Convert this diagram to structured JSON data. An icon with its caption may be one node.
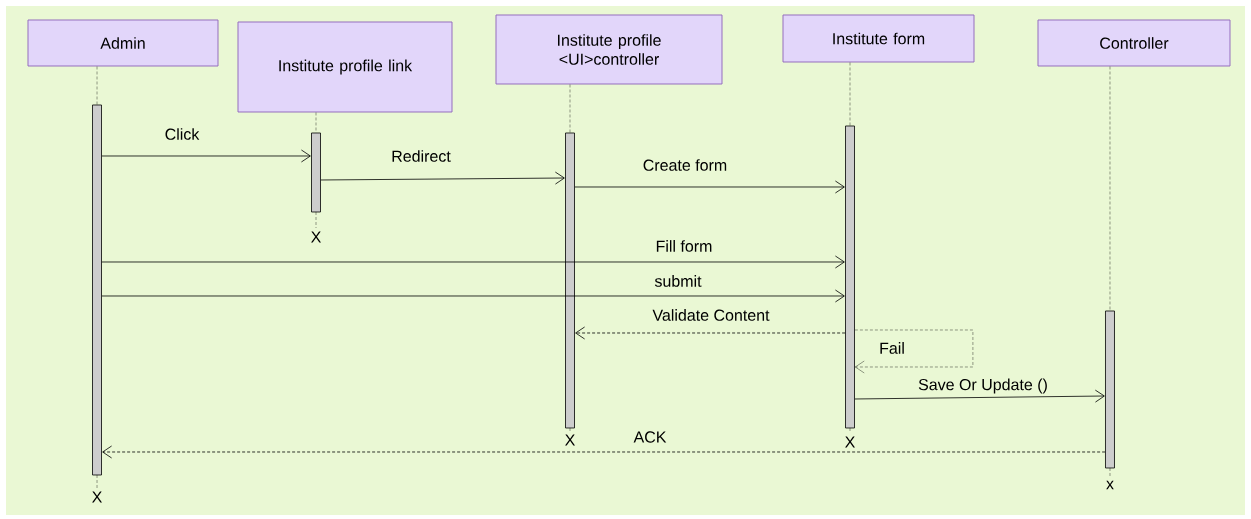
{
  "diagram": {
    "nodes": [
      {
        "text": [
          "Admin"
        ]
      },
      {
        "text": [
          "Institute profile link"
        ]
      },
      {
        "text": [
          "Institute profile <UI>controller"
        ]
      },
      {
        "text": [
          "Institute form"
        ]
      },
      {
        "text": [
          "Controller"
        ]
      },
      {
        "text": [],
        "shape": "bar",
        "beside": [
          "X"
        ]
      },
      {
        "text": [],
        "shape": "bar",
        "beside": [
          "X"
        ]
      },
      {
        "text": [],
        "shape": "bar",
        "beside": [
          "X"
        ]
      },
      {
        "text": [],
        "shape": "bar",
        "beside": [
          "X"
        ]
      },
      {
        "text": [],
        "shape": "bar",
        "beside": [
          "x"
        ]
      }
    ],
    "edges": [
      {
        "from": 0,
        "to": 5,
        "arrow": "none",
        "style": "dashed"
      },
      {
        "from": 1,
        "to": 6,
        "arrow": "none",
        "style": "dashed"
      },
      {
        "from": 2,
        "to": 7,
        "arrow": "none",
        "style": "dashed"
      },
      {
        "from": 3,
        "to": 8,
        "arrow": "none",
        "style": "dashed"
      },
      {
        "from": 4,
        "to": 9,
        "arrow": "none",
        "style": "dashed"
      },
      {
        "from": 5,
        "to": 6,
        "arrow": "to",
        "label": "Click"
      },
      {
        "from": 6,
        "to": 7,
        "arrow": "to",
        "label": "Redirect"
      },
      {
        "from": 7,
        "to": 8,
        "arrow": "to",
        "label": "Create form"
      },
      {
        "from": 5,
        "to": 8,
        "arrow": "to",
        "label": "Fill form"
      },
      {
        "from": 5,
        "to": 8,
        "arrow": "to",
        "label": "submit"
      },
      {
        "from": 8,
        "to": 7,
        "arrow": "to",
        "label": "Validate Content",
        "style": "dashed"
      },
      {
        "from": 8,
        "to": 8,
        "arrow": "to",
        "label": "Fail",
        "style": "dashed"
      },
      {
        "from": 8,
        "to": 9,
        "arrow": "to",
        "label": "Save Or Update ()"
      },
      {
        "from": 9,
        "to": 5,
        "arrow": "to",
        "label": "ACK",
        "style": "dashed"
      }
    ]
  }
}
